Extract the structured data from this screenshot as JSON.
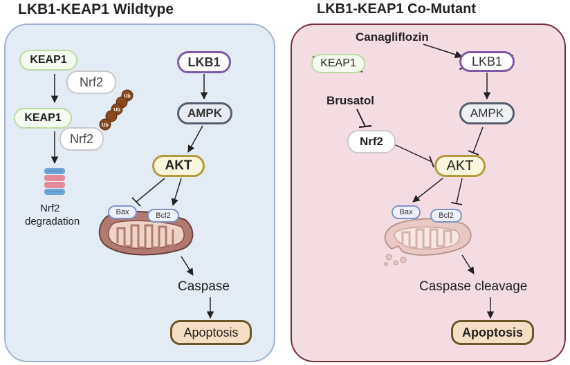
{
  "left_panel": {
    "title": "LKB1-KEAP1 Wildtype",
    "keap1_top": "KEAP1",
    "nrf2_top": "Nrf2",
    "keap1_bottom": "KEAP1",
    "nrf2_bottom": "Nrf2",
    "ubiquitin_label": "Ub",
    "degradation_line1": "Nrf2",
    "degradation_line2": "degradation",
    "lkb1": "LKB1",
    "ampk": "AMPK",
    "akt": "AKT",
    "bax": "Bax",
    "bcl2": "Bcl2",
    "caspase": "Caspase",
    "apoptosis": "Apoptosis"
  },
  "right_panel": {
    "title": "LKB1-KEAP1 Co-Mutant",
    "keap1": "KEAP1",
    "canagliflozin": "Canagliflozin",
    "lkb1": "LKB1",
    "brusatol": "Brusatol",
    "nrf2": "Nrf2",
    "ampk": "AMPK",
    "akt": "AKT",
    "bax": "Bax",
    "bcl2": "Bcl2",
    "caspase": "Caspase cleavage",
    "apoptosis": "Apoptosis"
  },
  "colors": {
    "left_panel_bg": "#e3ebf4",
    "right_panel_bg": "#f3dde2",
    "right_panel_border": "#7a2b3a",
    "mitochondria": "#b07a72"
  }
}
